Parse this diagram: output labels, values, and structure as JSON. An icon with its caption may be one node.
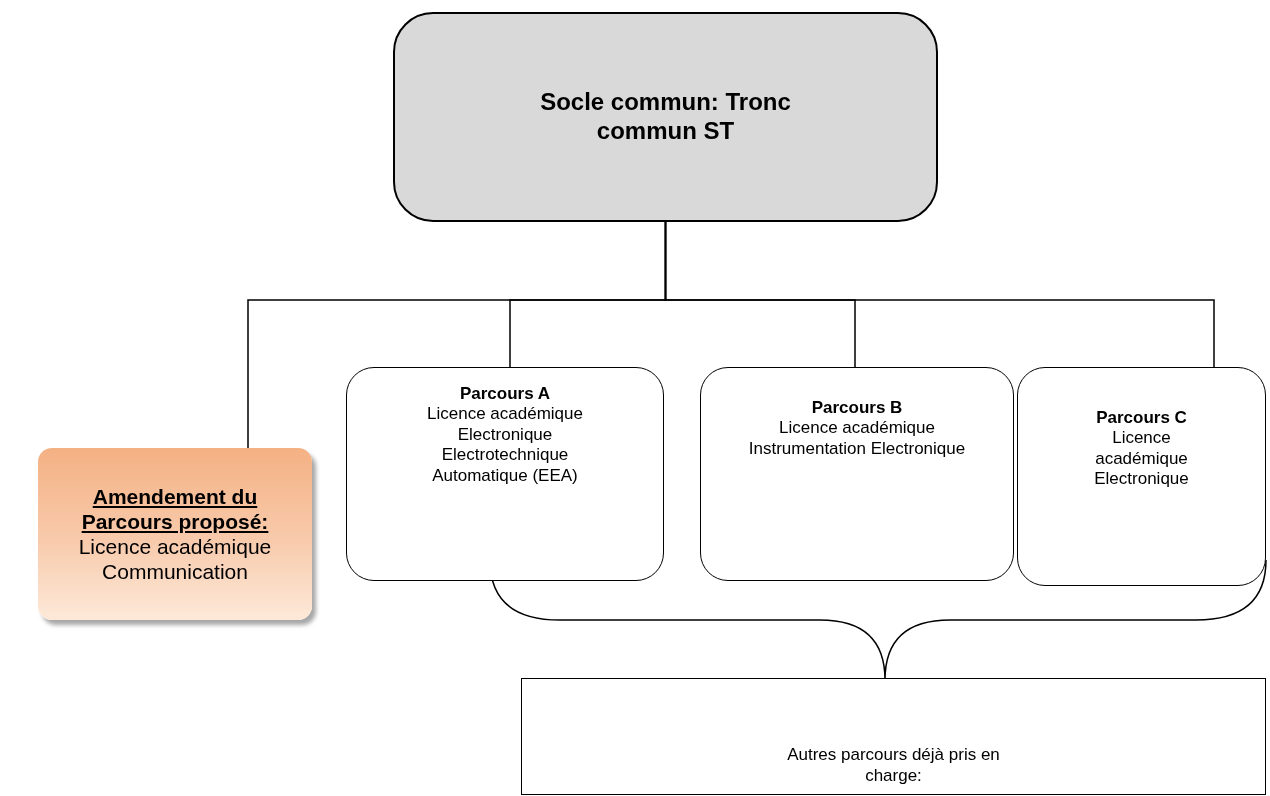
{
  "diagram": {
    "nodes": [
      {
        "text": [
          "Socle commun: Tronc commun ST"
        ]
      },
      {
        "text": [
          "Parcours A",
          "Licence académique Electronique Electrotechnique Automatique (EEA)"
        ]
      },
      {
        "text": [
          "Parcours B",
          "Licence académique Instrumentation Electronique"
        ]
      },
      {
        "text": [
          "Parcours C",
          "Licence académique Electronique"
        ]
      },
      {
        "text": [
          "Amendement du Parcours proposé:",
          "Licence académique Communication"
        ]
      },
      {
        "text": [
          "Autres parcours déjà pris en charge:"
        ]
      }
    ],
    "edges": [
      {
        "from": 0,
        "to": 4,
        "arrow": "none"
      },
      {
        "from": 0,
        "to": 1,
        "arrow": "none"
      },
      {
        "from": 0,
        "to": 2,
        "arrow": "none"
      },
      {
        "from": 0,
        "to": 3,
        "arrow": "none"
      }
    ]
  }
}
